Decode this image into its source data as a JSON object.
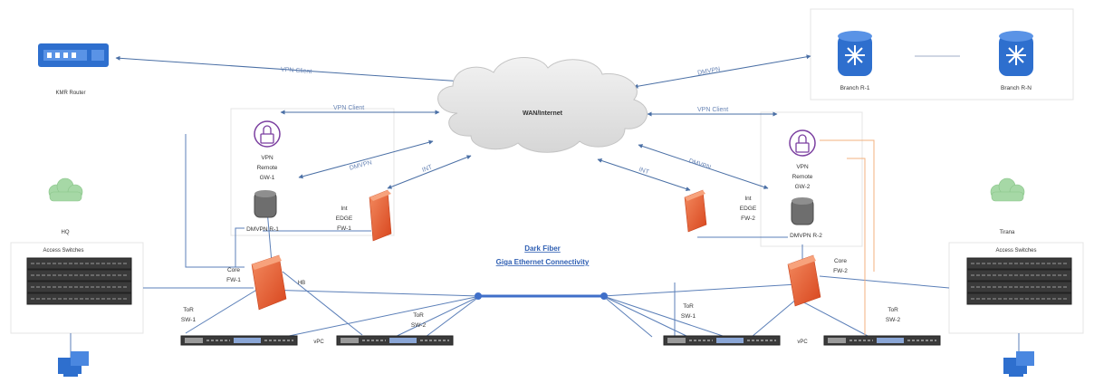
{
  "cloud_label": "WAN/Internet",
  "backbone": {
    "line1": "Dark Fiber",
    "line2": "Giga Ethernet Connectivity"
  },
  "left": {
    "kmr_router": "KMR Router",
    "hq": "HQ",
    "access_switches": "Access Switches",
    "vpn_gw": [
      "VPN",
      "Remote",
      "GW-1"
    ],
    "dmvpn": "DMVPN R-1",
    "int_edge_fw": [
      "Int",
      "EDGE",
      "FW-1"
    ],
    "core_fw": [
      "Core",
      "FW-1"
    ],
    "tor1": [
      "ToR",
      "SW-1"
    ],
    "tor2": [
      "ToR",
      "SW-2"
    ],
    "vpc": "vPC",
    "hb": "HB"
  },
  "right": {
    "branch1": "Branch R-1",
    "branchN": "Branch R-N",
    "site": "Tirana",
    "access_switches": "Access Switches",
    "vpn_gw": [
      "VPN",
      "Remote",
      "GW-2"
    ],
    "dmvpn": "DMVPN R-2",
    "int_edge_fw": [
      "Int",
      "EDGE",
      "FW-2"
    ],
    "core_fw": [
      "Core",
      "FW-2"
    ],
    "tor1": [
      "ToR",
      "SW-1"
    ],
    "tor2": [
      "ToR",
      "SW-2"
    ],
    "vpc": "vPC"
  },
  "links": {
    "vpn_client_top": "VPN Client",
    "dmvpn_top": "DMVPN",
    "vpn_client_left": "VPN Client",
    "vpn_client_right": "VPN Client",
    "dmvpn_left": "DMVPN",
    "dmvpn_right": "DMVPN",
    "int_left": "INT",
    "int_right": "INT"
  },
  "colors": {
    "link_blue": "#4a6fa5",
    "firewall_orange": "#e8542a",
    "router_blue": "#2e6fce",
    "backbone_blue": "#3f6fc9",
    "vpn_purple": "#7b3fa0"
  }
}
